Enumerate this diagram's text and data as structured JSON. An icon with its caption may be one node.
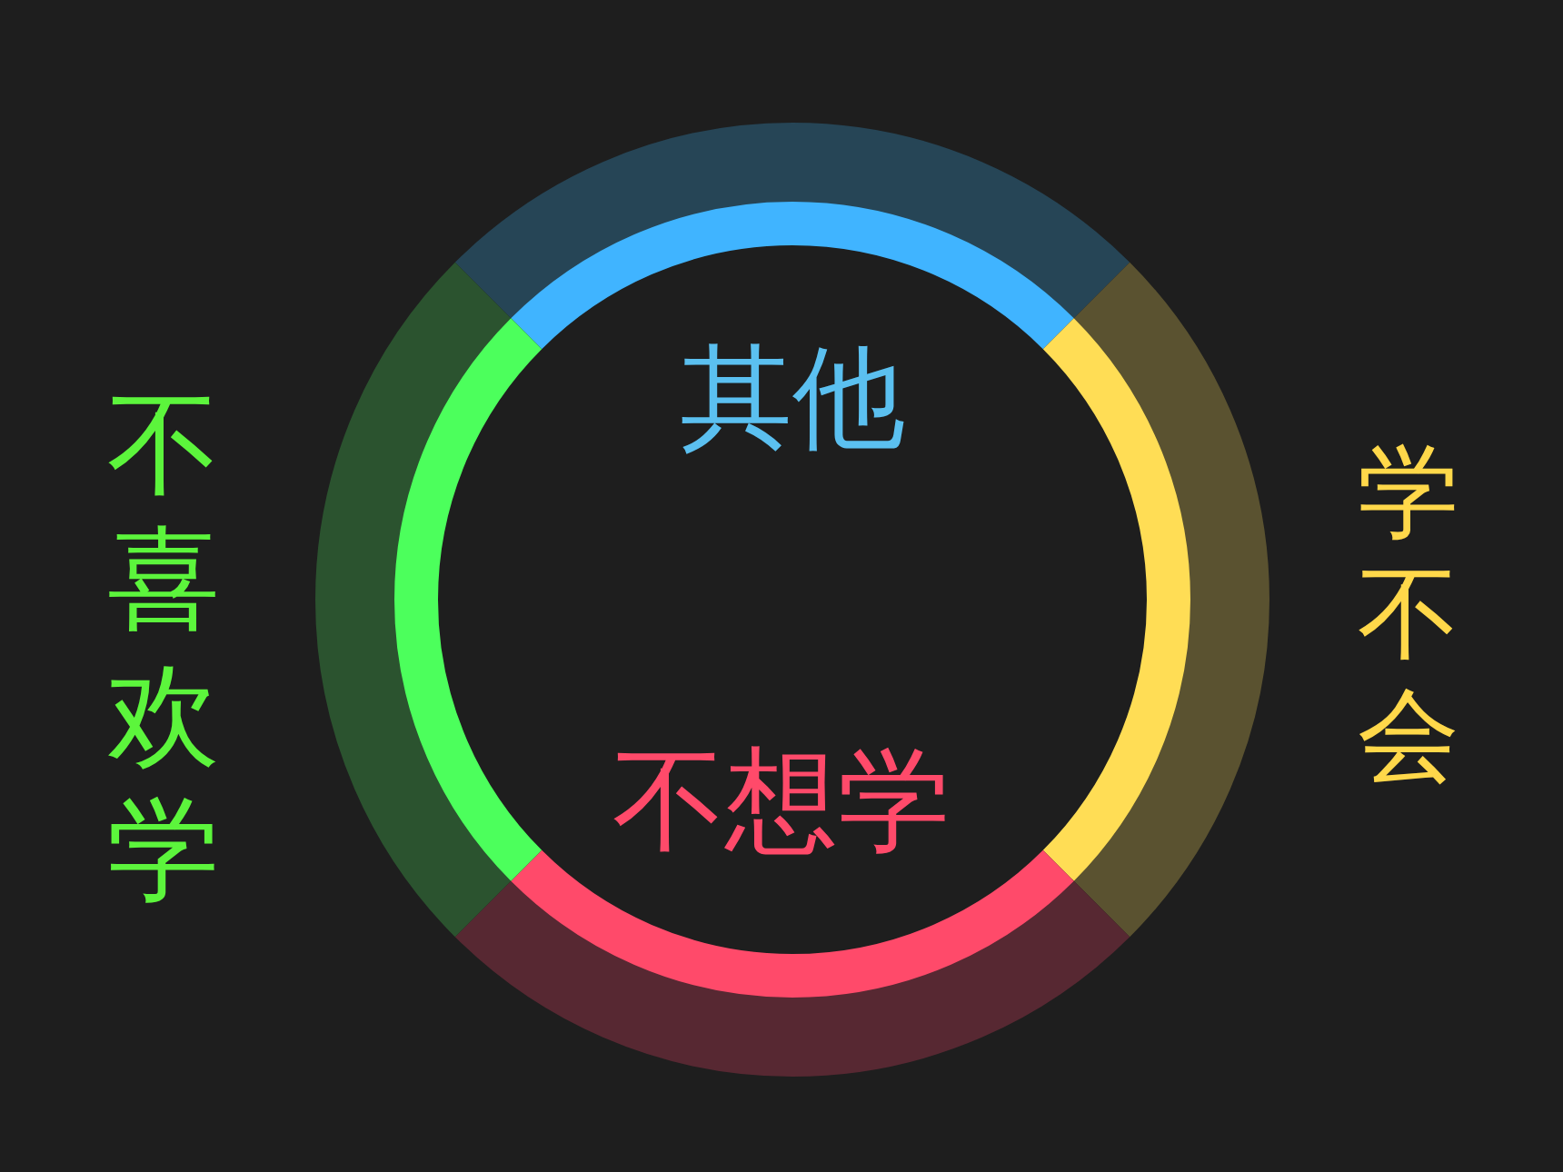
{
  "diagram": {
    "labels": [
      "其他",
      "不想学",
      "不喜欢学",
      "学不会"
    ]
  }
}
